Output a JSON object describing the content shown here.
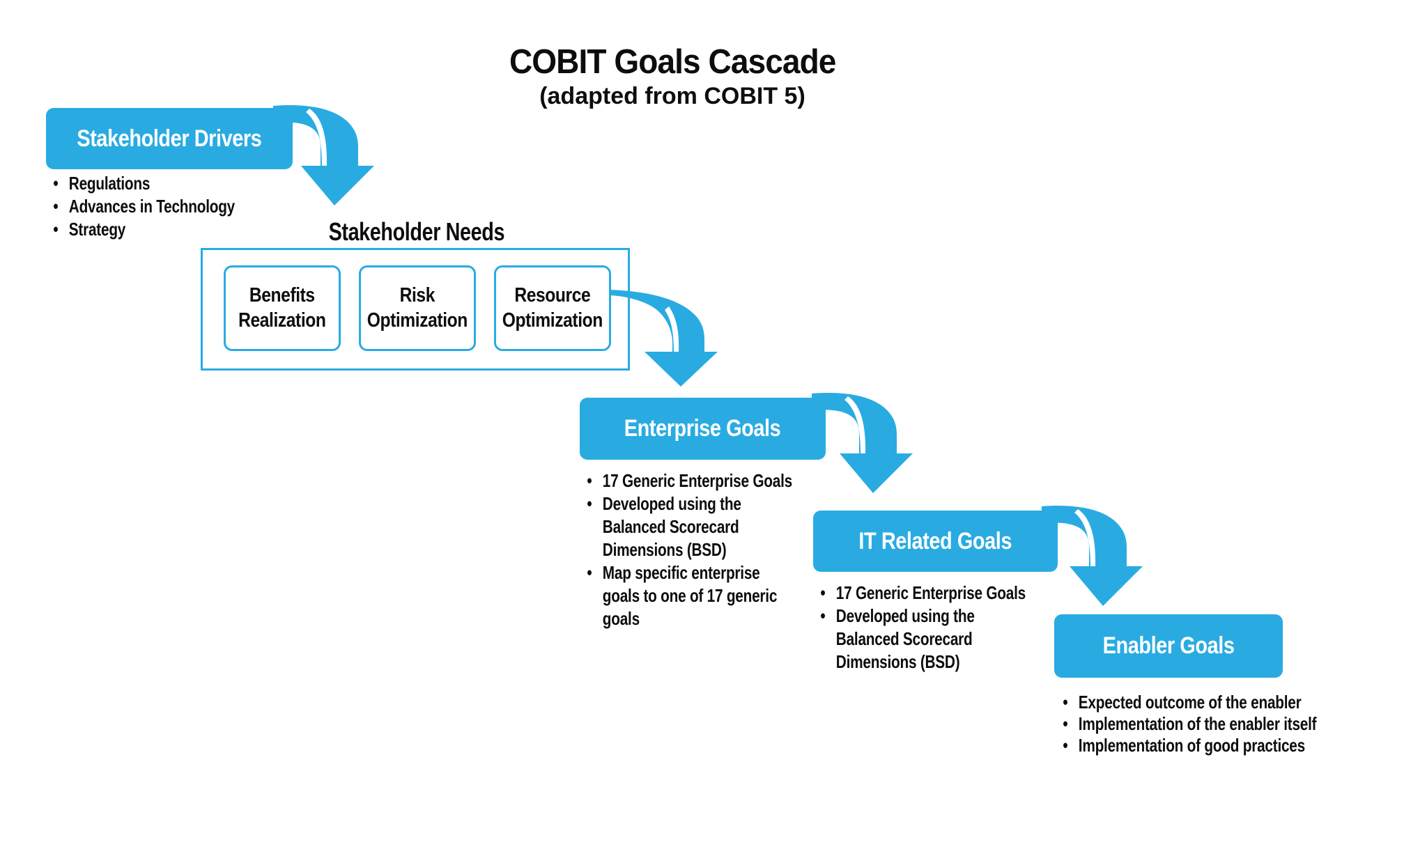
{
  "colors": {
    "accent": "#29ABE2",
    "ink": "#0d0d0d",
    "bg": "#ffffff",
    "box_text": "#ffffff"
  },
  "header": {
    "title": "COBIT Goals Cascade",
    "subtitle": "(adapted from COBIT 5)"
  },
  "icons": {
    "cascade_arrow": "curved-ribbon-arrow-pointing-down",
    "swoosh_arrow": "thin-curved-arrow-pointing-down"
  },
  "stages": {
    "stakeholder_drivers": {
      "label": "Stakeholder Drivers",
      "bullets": [
        "Regulations",
        "Advances in Technology",
        "Strategy"
      ]
    },
    "stakeholder_needs": {
      "heading": "Stakeholder Needs",
      "items": [
        "Benefits\nRealization",
        "Risk\nOptimization",
        "Resource\nOptimization"
      ]
    },
    "enterprise_goals": {
      "label": "Enterprise Goals",
      "bullets": [
        "17 Generic Enterprise Goals",
        "Developed using the\nBalanced Scorecard\nDimensions (BSD)",
        "Map specific enterprise\ngoals to one of 17 generic\ngoals"
      ]
    },
    "it_related_goals": {
      "label": "IT Related Goals",
      "bullets": [
        "17 Generic Enterprise Goals",
        "Developed using the\nBalanced Scorecard\nDimensions (BSD)"
      ]
    },
    "enabler_goals": {
      "label": "Enabler Goals",
      "bullets": [
        "Expected outcome of the enabler",
        "Implementation of the enabler itself",
        "Implementation of good practices"
      ]
    }
  }
}
